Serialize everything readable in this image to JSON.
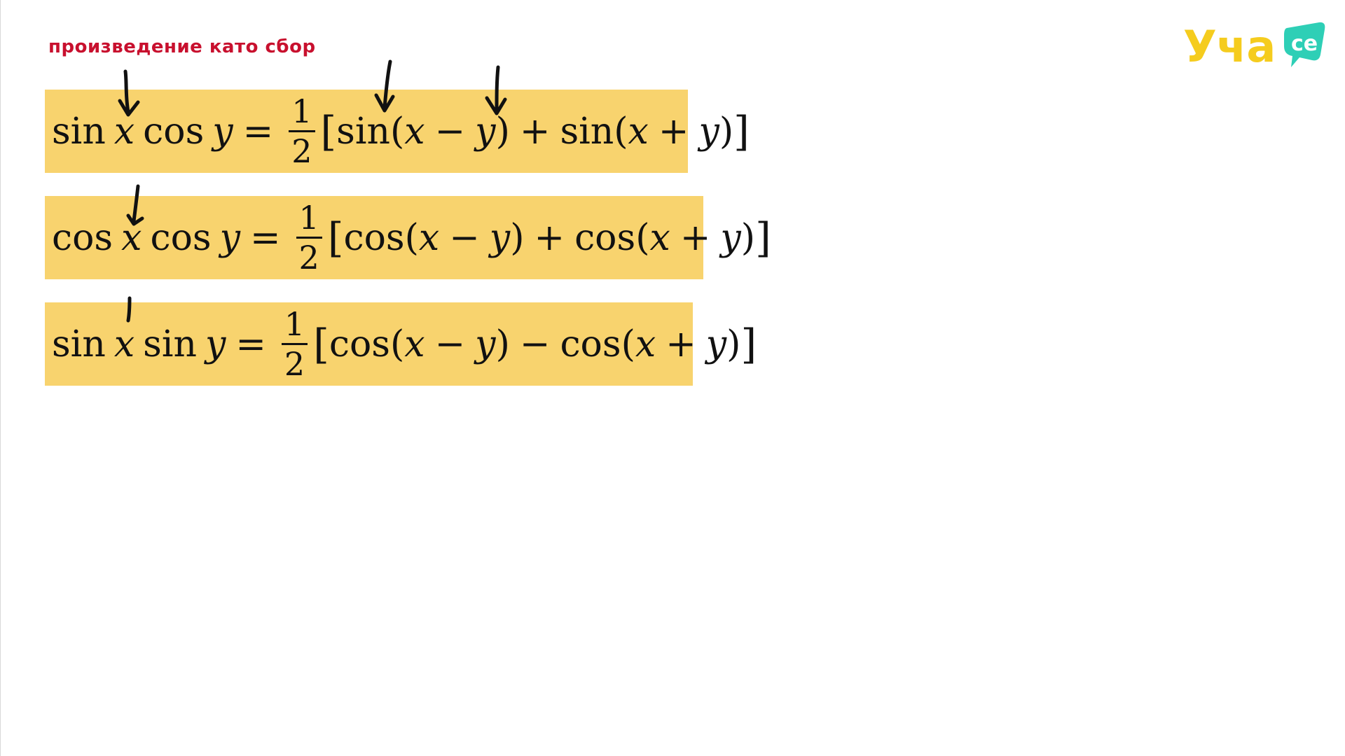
{
  "heading": "произведение като сбор",
  "colors": {
    "heading": "#c8102e",
    "box_fill": "#f8d36e",
    "logo_yellow": "#f5cc1e",
    "logo_teal": "#2ecfb6"
  },
  "logo": {
    "text": "Уча",
    "badge": "се"
  },
  "formulas": [
    {
      "lhs_fn1": "sin",
      "lhs_var1": "x",
      "lhs_fn2": "cos",
      "lhs_var2": "y",
      "eq": "=",
      "frac_num": "1",
      "frac_den": "2",
      "lbr": "[",
      "t1_fn": "sin",
      "t1_open": "(",
      "t1_a": "x",
      "t1_op": "−",
      "t1_b": "y",
      "t1_close": ")",
      "mid_op": "+",
      "t2_fn": "sin",
      "t2_open": "(",
      "t2_a": "x",
      "t2_op": "+",
      "t2_b": "y",
      "t2_close": ")",
      "rbr": "]"
    },
    {
      "lhs_fn1": "cos",
      "lhs_var1": "x",
      "lhs_fn2": "cos",
      "lhs_var2": "y",
      "eq": "=",
      "frac_num": "1",
      "frac_den": "2",
      "lbr": "[",
      "t1_fn": "cos",
      "t1_open": "(",
      "t1_a": "x",
      "t1_op": "−",
      "t1_b": "y",
      "t1_close": ")",
      "mid_op": "+",
      "t2_fn": "cos",
      "t2_open": "(",
      "t2_a": "x",
      "t2_op": "+",
      "t2_b": "y",
      "t2_close": ")",
      "rbr": "]"
    },
    {
      "lhs_fn1": "sin",
      "lhs_var1": "x",
      "lhs_fn2": "sin",
      "lhs_var2": "y",
      "eq": "=",
      "frac_num": "1",
      "frac_den": "2",
      "lbr": "[",
      "t1_fn": "cos",
      "t1_open": "(",
      "t1_a": "x",
      "t1_op": "−",
      "t1_b": "y",
      "t1_close": ")",
      "mid_op": "−",
      "t2_fn": "cos",
      "t2_open": "(",
      "t2_a": "x",
      "t2_op": "+",
      "t2_b": "y",
      "t2_close": ")",
      "rbr": "]"
    }
  ]
}
